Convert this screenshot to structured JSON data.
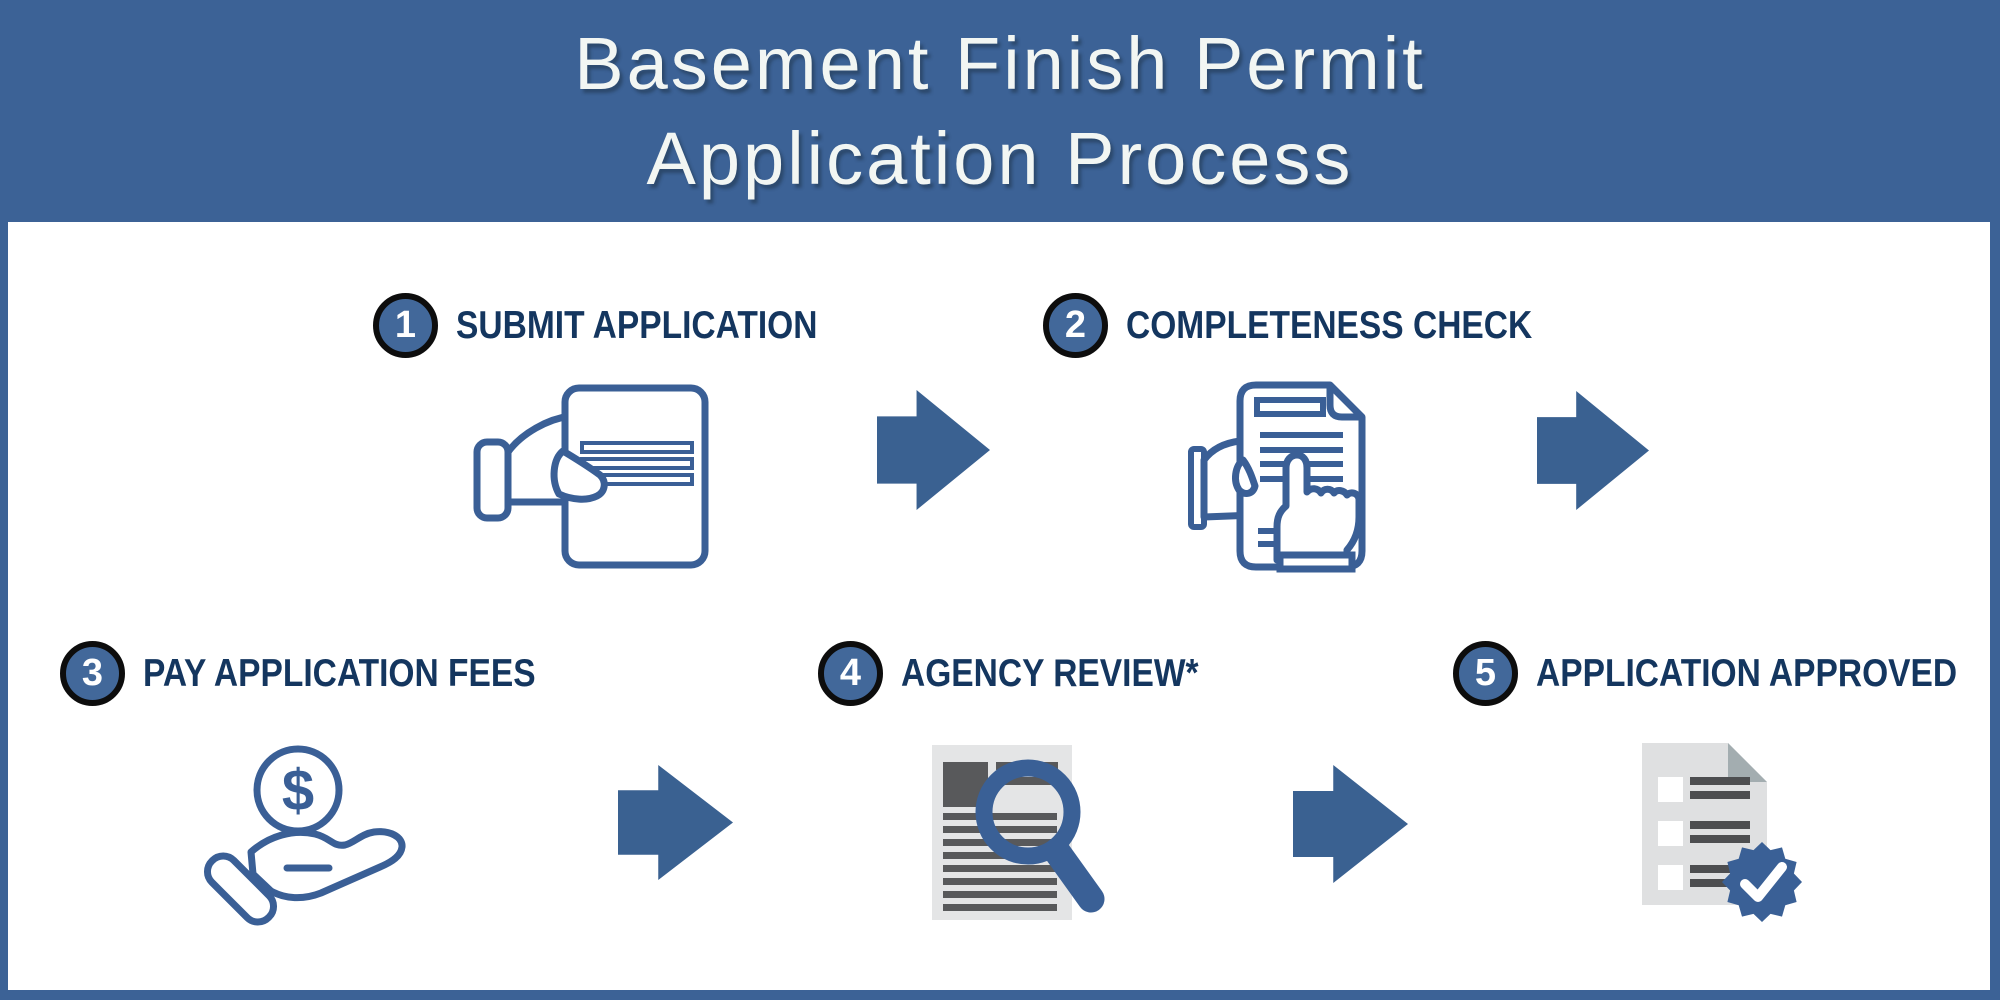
{
  "title": {
    "line1": "Basement Finish Permit",
    "line2": "Application Process"
  },
  "steps": [
    {
      "number": "1",
      "label": "SUBMIT APPLICATION"
    },
    {
      "number": "2",
      "label": "COMPLETENESS CHECK"
    },
    {
      "number": "3",
      "label": "PAY APPLICATION FEES"
    },
    {
      "number": "4",
      "label": "AGENCY REVIEW*"
    },
    {
      "number": "5",
      "label": "APPLICATION APPROVED"
    }
  ],
  "icon_text": {
    "dollar_sign": "$"
  },
  "icons": [
    "hand-submitting-document-icon",
    "document-completeness-check-icon",
    "hand-with-dollar-coin-icon",
    "document-magnifier-review-icon",
    "approved-checklist-badge-icon"
  ],
  "colors": {
    "header_blue": "#3C6296",
    "arrow_blue": "#3A6191",
    "icon_stroke_blue": "#3A5F96",
    "solid_icon_blue": "#3A6096",
    "navy_label": "#14365F",
    "badge_fill_blue": "#42689A",
    "badge_ring_black": "#0D0D0D",
    "doc_gray": "#E4E5E6",
    "line_gray": "#58595B",
    "title_white": "#F2F6F3"
  }
}
